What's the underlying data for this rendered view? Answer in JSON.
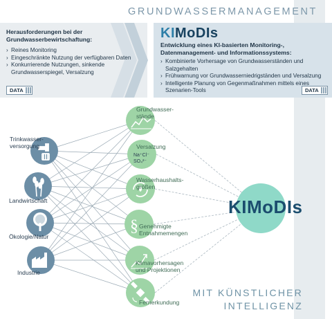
{
  "header": {
    "title": "GRUNDWASSERMANAGEMENT"
  },
  "left_panel": {
    "heading": "Herausforderungen bei der Grundwasserbewirtschaftung:",
    "items": [
      "Reines Monitoring",
      "Eingeschränkte Nutzung der verfügbaren Daten",
      "Konkurrierende Nutzungen, sinkende Grundwasserspiegel, Versalzung"
    ],
    "badge": "DATA"
  },
  "right_panel": {
    "logo_prefix": "KI",
    "logo_suffix": "MoDIs",
    "subtitle": "Entwicklung eines KI-basierten Monitoring-, Datenmanagement- und Informationssystems:",
    "items": [
      "Kombinierte Vorhersage von Grundwasserständen und Salzgehalten",
      "Frühwarnung vor Grundwasserniedrigständen und Versalzung",
      "Intelligente Planung von Gegenmaßnahmen mittels eines Szenarien-Tools"
    ],
    "badge": "DATA"
  },
  "sectors": [
    {
      "label": "Trinkwasser-\nversorgung",
      "icon": "faucet-icon"
    },
    {
      "label": "Landwirtschaft",
      "icon": "wheat-icon"
    },
    {
      "label": "Ökologie/Natur",
      "icon": "tree-icon"
    },
    {
      "label": "Industrie",
      "icon": "factory-icon"
    }
  ],
  "modules": [
    {
      "label": "Grundwasser-\nstände",
      "icon": "water-level-chart-icon"
    },
    {
      "label": "Versalzung",
      "icon": "salt-icon",
      "icon_text": "Na⁺Cl⁻\nSO₄²⁻"
    },
    {
      "label": "Wasserhaushalts-\ngrößen",
      "icon": "water-cycle-icon"
    },
    {
      "label": "Genehmigte\nEntnahmemengen",
      "icon": "paragraph-icon",
      "icon_text": "§"
    },
    {
      "label": "Klimavorhersagen\nund Projektionen",
      "icon": "climate-chart-icon"
    },
    {
      "label": "Fernerkundung",
      "icon": "satellite-icon"
    }
  ],
  "central": {
    "logo_prefix": "KI",
    "logo_suffix": "MoDIs"
  },
  "footer": {
    "line1": "MIT KÜNSTLICHER",
    "line2": "INTELLIGENZ"
  },
  "colors": {
    "sector_node": "#6c8ea6",
    "module_node": "#9ed4a6",
    "central_node": "#8fd9c8",
    "header_text": "#7d98aa",
    "panel_left": "#e9edf0",
    "panel_right": "#d7e2ea"
  }
}
